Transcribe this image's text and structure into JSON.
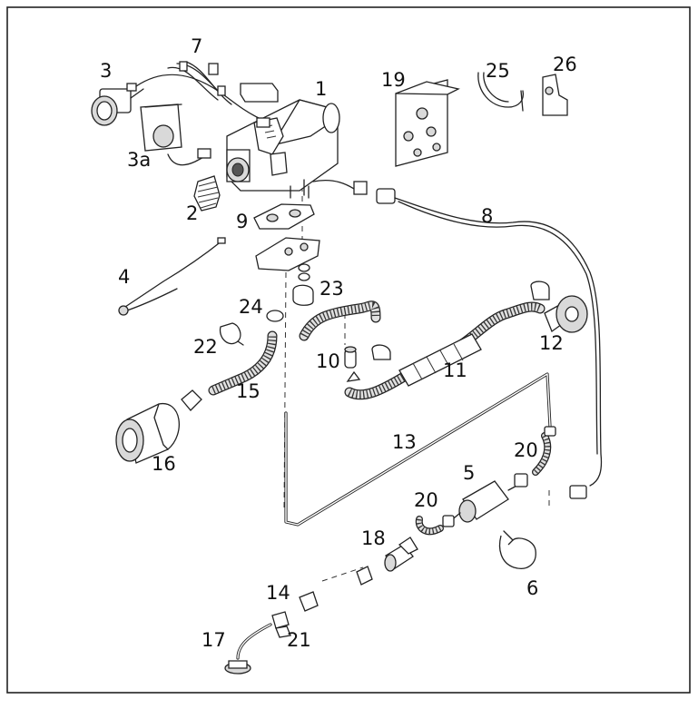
{
  "diagram": {
    "labels": {
      "p1": "1",
      "p2": "2",
      "p3": "3",
      "p3a": "3a",
      "p4": "4",
      "p5": "5",
      "p6": "6",
      "p7": "7",
      "p8": "8",
      "p9": "9",
      "p10": "10",
      "p11": "11",
      "p12": "12",
      "p13": "13",
      "p14": "14",
      "p15": "15",
      "p16": "16",
      "p17": "17",
      "p18": "18",
      "p19": "19",
      "p20a": "20",
      "p20b": "20",
      "p21": "21",
      "p22": "22",
      "p23": "23",
      "p24": "24",
      "p25": "25",
      "p26": "26"
    }
  }
}
